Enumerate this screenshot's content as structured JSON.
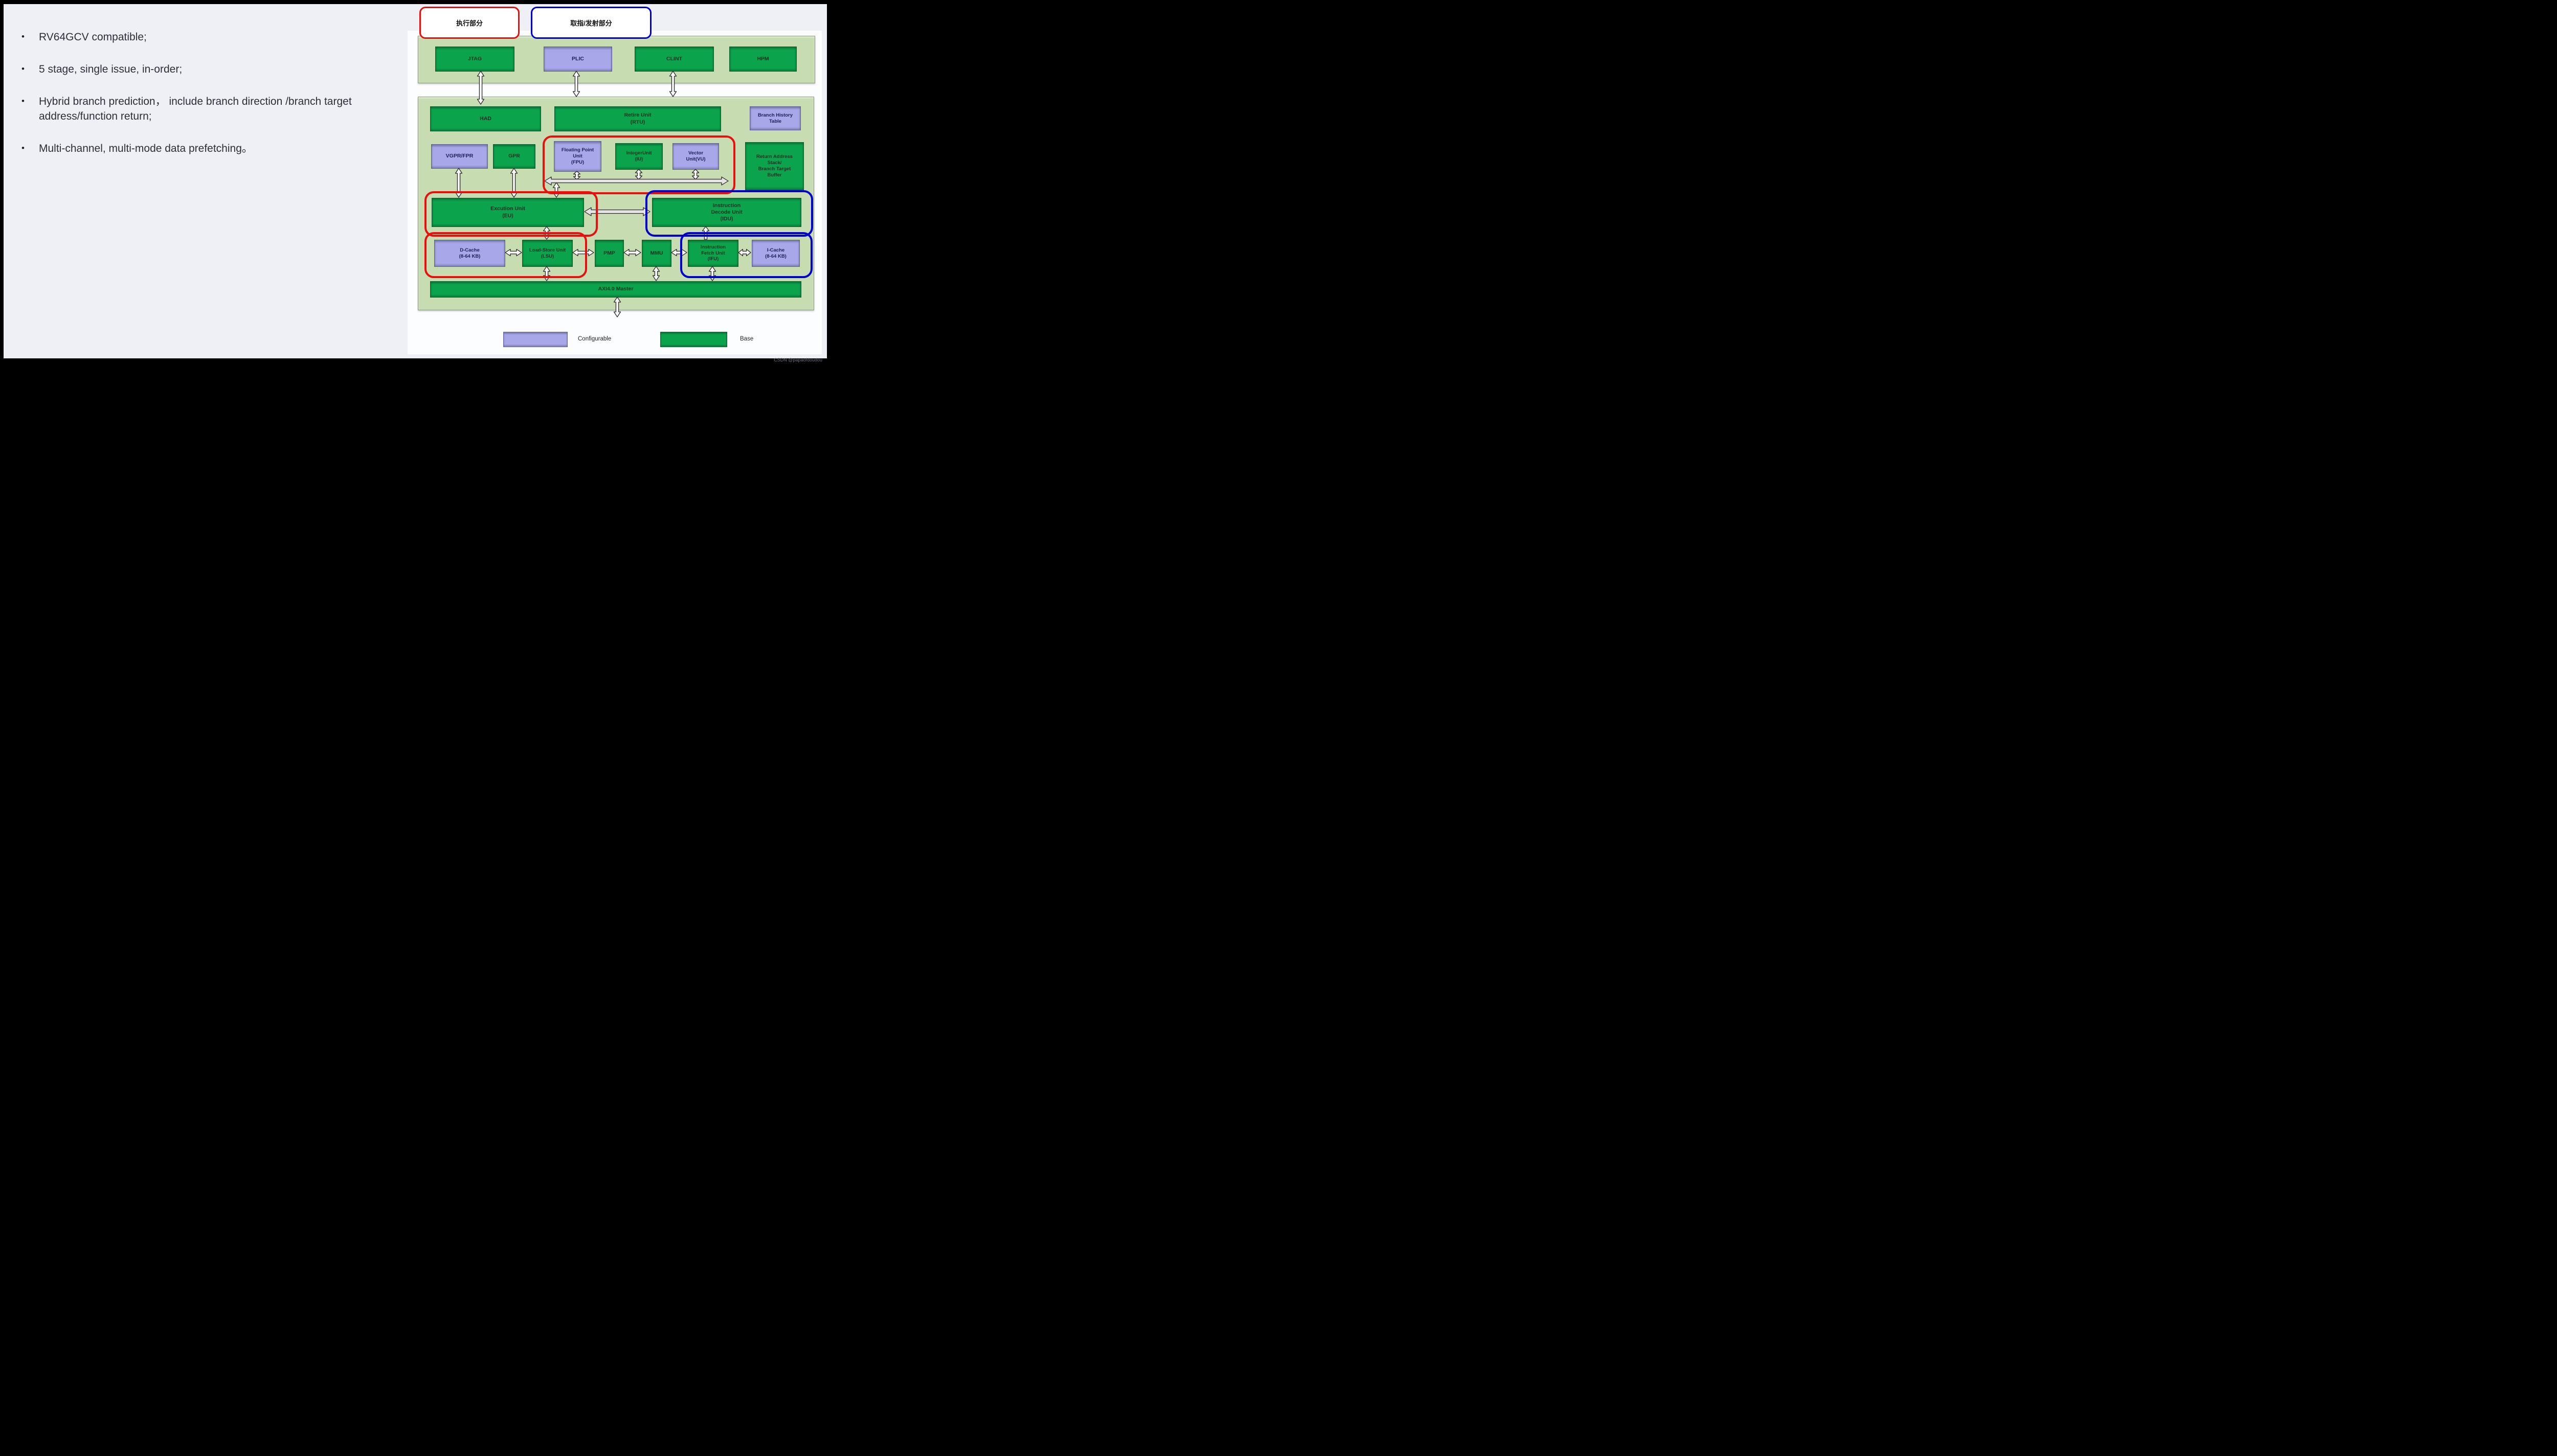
{
  "page": {
    "watermark": "CSDN @papaofdoudou"
  },
  "bullets": [
    "RV64GCV compatible;",
    "5 stage, single issue, in-order;",
    "Hybrid branch prediction，  include branch direction /branch target address/function return;",
    "Multi-channel, multi-mode data prefetching。"
  ],
  "annotations": {
    "execution_label": "执行部分",
    "fetch_issue_label": "取指/发射部分"
  },
  "colors": {
    "base": "#0ca34d",
    "configurable": "#a7a7e9",
    "red": "#e90f0f",
    "blue": "#0000cd"
  },
  "blocks": {
    "jtag": {
      "lines": [
        "JTAG"
      ],
      "type": "base"
    },
    "plic": {
      "lines": [
        "PLIC"
      ],
      "type": "configurable"
    },
    "clint": {
      "lines": [
        "CLINT"
      ],
      "type": "base"
    },
    "hpm": {
      "lines": [
        "HPM"
      ],
      "type": "base"
    },
    "had": {
      "lines": [
        "HAD"
      ],
      "type": "base"
    },
    "rtu": {
      "lines": [
        "Retire Unit",
        "(RTU)"
      ],
      "type": "base"
    },
    "bht": {
      "lines": [
        "Branch History",
        "Table"
      ],
      "type": "configurable"
    },
    "vgpr": {
      "lines": [
        "VGPR/FPR"
      ],
      "type": "configurable"
    },
    "gpr": {
      "lines": [
        "GPR"
      ],
      "type": "base"
    },
    "fpu": {
      "lines": [
        "Floating Point",
        "Unit",
        "(FPU)"
      ],
      "type": "configurable"
    },
    "iu": {
      "lines": [
        "IntegerUnit",
        "(IU)"
      ],
      "type": "base"
    },
    "vu": {
      "lines": [
        "Vector",
        "Unit(VU)"
      ],
      "type": "configurable"
    },
    "ras": {
      "lines": [
        "Return Address",
        "Stack/",
        "Branch Target",
        "Buffer"
      ],
      "type": "base"
    },
    "eu": {
      "lines": [
        "Excution Unit",
        "(EU)"
      ],
      "type": "base"
    },
    "idu": {
      "lines": [
        "Instruction",
        "Decode Unit",
        "(IDU)"
      ],
      "type": "base"
    },
    "dcache": {
      "lines": [
        "D-Cache",
        "(8-64 KB)"
      ],
      "type": "configurable"
    },
    "lsu": {
      "lines": [
        "Load-Store Unit",
        "(LSU)"
      ],
      "type": "base"
    },
    "pmp": {
      "lines": [
        "PMP"
      ],
      "type": "base"
    },
    "mmu": {
      "lines": [
        "MMU"
      ],
      "type": "base"
    },
    "ifu": {
      "lines": [
        "Instruction",
        "Fetch Unit",
        "(IFU)"
      ],
      "type": "base"
    },
    "icache": {
      "lines": [
        "I-Cache",
        "(8-64 KB)"
      ],
      "type": "configurable"
    },
    "axi": {
      "lines": [
        "AXI4.0 Master"
      ],
      "type": "base"
    }
  },
  "legend": {
    "configurable": "Configurable",
    "base": "Base"
  }
}
